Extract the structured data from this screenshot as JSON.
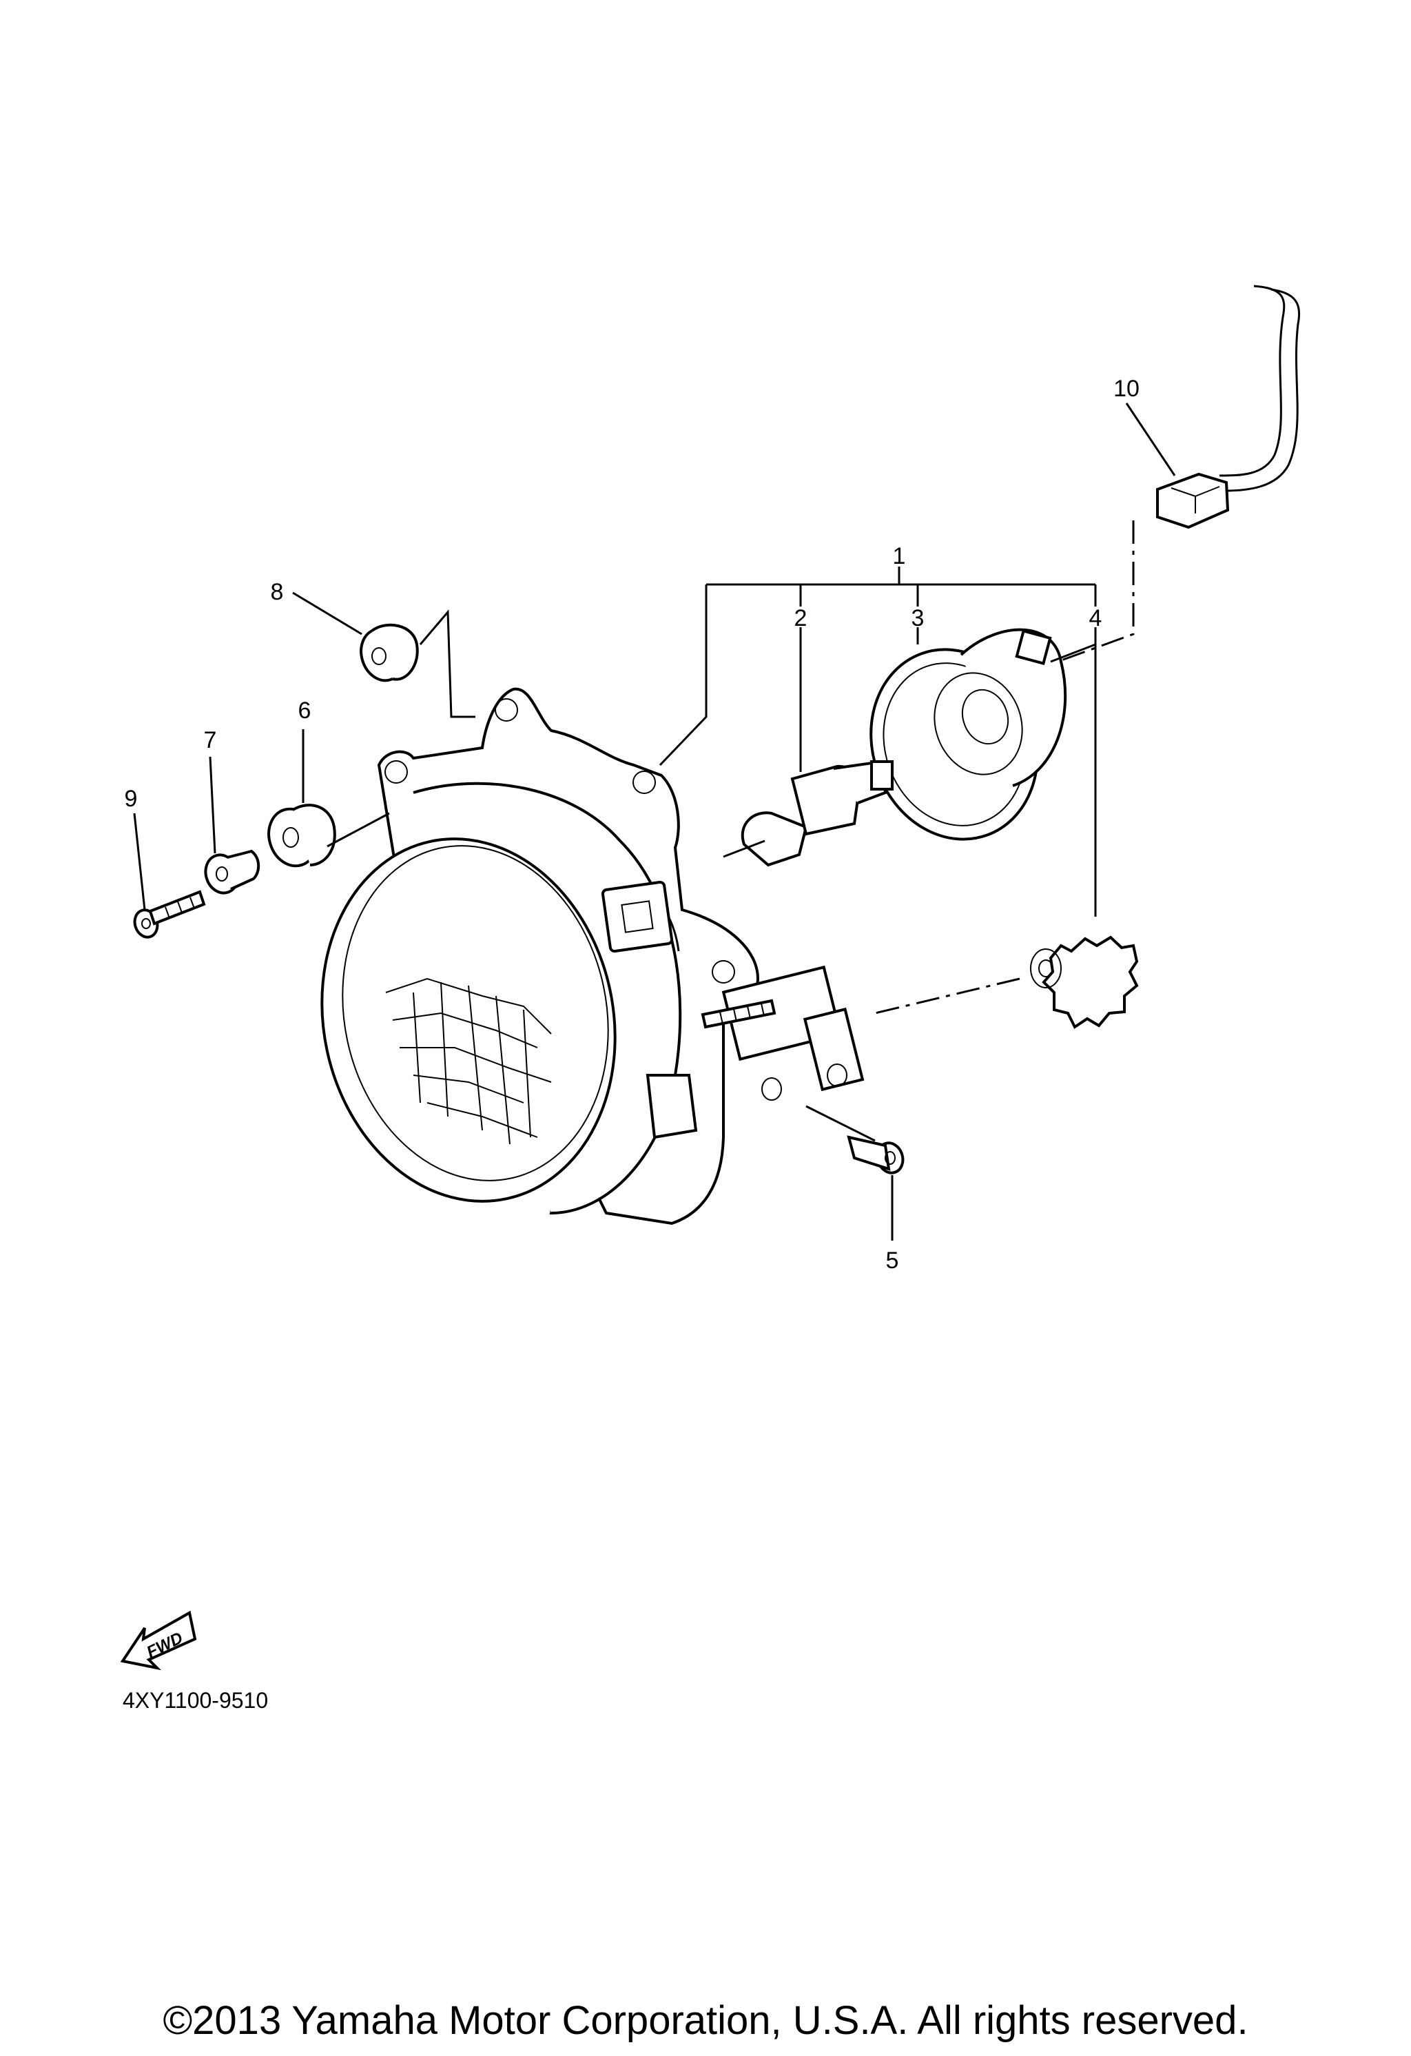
{
  "diagram": {
    "callouts": {
      "c1": "1",
      "c2": "2",
      "c3": "3",
      "c4": "4",
      "c5": "5",
      "c6": "6",
      "c7": "7",
      "c8": "8",
      "c9": "9",
      "c10": "10"
    },
    "fwd_label": "FWD",
    "drawing_code": "4XY1100-9510"
  },
  "footer": {
    "copyright": "©2013 Yamaha Motor Corporation, U.S.A. All rights reserved."
  }
}
